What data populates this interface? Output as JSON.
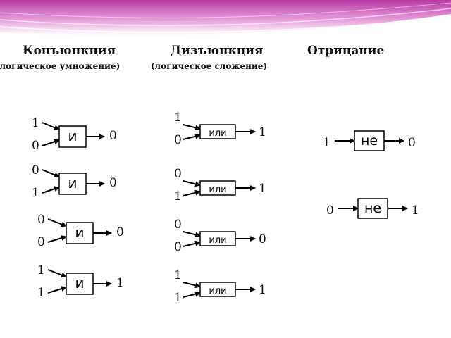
{
  "headers": {
    "conjunction": {
      "title": "Конъюнкция",
      "subtitle": "(логическое умножение)"
    },
    "disjunction": {
      "title": "Дизъюнкция",
      "subtitle": "(логическое сложение)"
    },
    "negation": {
      "title": "Отрицание"
    }
  },
  "colors": {
    "banner_top": "#b73aa6",
    "banner_mid": "#e79bd9",
    "banner_bottom": "#ffffff",
    "stroke": "#000000"
  },
  "gates": {
    "and_label": "и",
    "or_label": "или",
    "not_label": "не"
  },
  "and_rows": [
    {
      "in1": "1",
      "in2": "0",
      "out": "0"
    },
    {
      "in1": "0",
      "in2": "1",
      "out": "0"
    },
    {
      "in1": "0",
      "in2": "0",
      "out": "0"
    },
    {
      "in1": "1",
      "in2": "1",
      "out": "1"
    }
  ],
  "or_rows": [
    {
      "in1": "1",
      "in2": "0",
      "out": "1"
    },
    {
      "in1": "0",
      "in2": "1",
      "out": "1"
    },
    {
      "in1": "0",
      "in2": "0",
      "out": "0"
    },
    {
      "in1": "1",
      "in2": "1",
      "out": "1"
    }
  ],
  "not_rows": [
    {
      "in": "1",
      "out": "0"
    },
    {
      "in": "0",
      "out": "1"
    }
  ]
}
